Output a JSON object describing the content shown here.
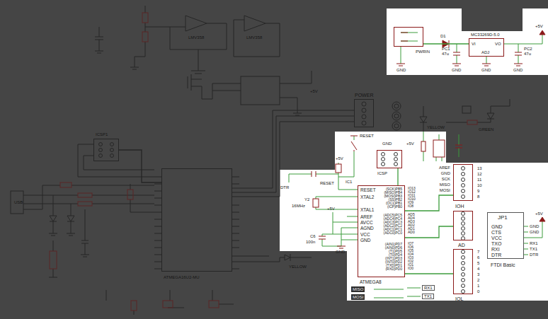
{
  "diagram": {
    "nodes": [
      {
        "text": [
          "PWRIN"
        ]
      },
      {
        "text": [
          "MC33269D-5.0",
          "VI",
          "VO",
          "ADJ"
        ]
      },
      {
        "text": [
          "POWER"
        ]
      },
      {
        "text": [
          "ICSP1"
        ]
      },
      {
        "text": [
          "ATMEGA16U2-MU"
        ]
      },
      {
        "text": [
          "ICSP"
        ]
      },
      {
        "text": [
          "RESET",
          "XTAL2",
          "XTAL1",
          "AREF",
          "AVCC",
          "AGND",
          "VCC",
          "GND",
          "(SCK)PB5",
          "(MISO)PB4",
          "(MOSI)PB3",
          "(SS)PB2",
          "(OC1)PB1",
          "(ICP)PB0",
          "(ADC5)PC5",
          "(ADC4)PC4",
          "(ADC3)PC3",
          "(ADC2)PC2",
          "(ADC1)PC1",
          "(ADC0)PC0",
          "(AIN1)PD7",
          "(AIN0)PD6",
          "(T1)PD5",
          "(T0)PD4",
          "(INT1)PD3",
          "(INT0)PD2",
          "(TXD)PD1",
          "(RXD)PD0",
          "ATMEGA8"
        ]
      },
      {
        "text": [
          "IOH"
        ]
      },
      {
        "text": [
          "AD"
        ]
      },
      {
        "text": [
          "IOL"
        ]
      },
      {
        "text": [
          "JP1",
          "GND",
          "CTS",
          "VCC",
          "TXO",
          "RXI",
          "DTR",
          "FTDI Basic"
        ]
      }
    ],
    "edges": [
      {
        "from": 6,
        "to": 7,
        "arrow": "none"
      },
      {
        "from": 6,
        "to": 8,
        "arrow": "none"
      },
      {
        "from": 6,
        "to": 9,
        "arrow": "none"
      },
      {
        "from": 6,
        "to": 5,
        "arrow": "none"
      },
      {
        "from": 4,
        "to": 3,
        "arrow": "none"
      },
      {
        "from": 0,
        "to": 1,
        "arrow": "none"
      }
    ],
    "labels": [
      "D1",
      "PC1",
      "47u",
      "PC2",
      "47u",
      "+5V",
      "GND",
      "GND",
      "GND",
      "GND",
      "RESET",
      "GND",
      "+5V",
      "IC1",
      "RESET",
      "Y2",
      "16MHz",
      "+5V",
      "GND",
      "C6",
      "100n",
      "DTR",
      "+5V",
      "IO13",
      "IO12",
      "IO11",
      "IO10",
      "IO9",
      "IO8",
      "AD5",
      "AD4",
      "AD3",
      "AD2",
      "AD1",
      "AD0",
      "IO7",
      "IO6",
      "IO5",
      "IO4",
      "IO3",
      "IO2",
      "IO1",
      "IO0",
      "AREF",
      "GND",
      "SCK",
      "MISO",
      "MOSI",
      "13",
      "12",
      "11",
      "10",
      "9",
      "8",
      "7",
      "6",
      "5",
      "4",
      "3",
      "2",
      "1",
      "0",
      "GND",
      "GND",
      "+5V",
      "RX1",
      "TX1",
      "DTR",
      "MISO",
      "MOSI",
      "RX1",
      "TX1",
      "USB",
      "LMV358",
      "LMV358",
      "GREEN",
      "YELLOW",
      "YELLOW",
      "+5V"
    ]
  }
}
